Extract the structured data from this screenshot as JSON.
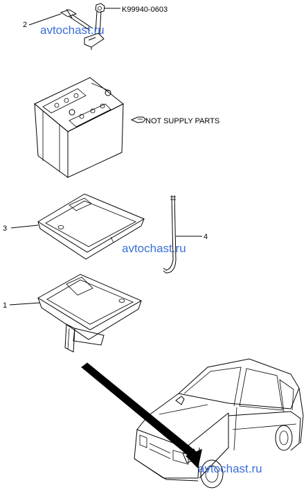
{
  "callouts": {
    "bolt_part_number": "K99940-0603",
    "item_1": "1",
    "item_2": "2",
    "item_3": "3",
    "item_4": "4"
  },
  "note": {
    "not_supply": "NOT SUPPLY PARTS"
  },
  "watermarks": [
    "avtochast.ru",
    "avtochast.ru",
    "avtochast.ru"
  ],
  "colors": {
    "line": "#000000",
    "watermark": "#3a6fd8",
    "background": "#ffffff"
  }
}
